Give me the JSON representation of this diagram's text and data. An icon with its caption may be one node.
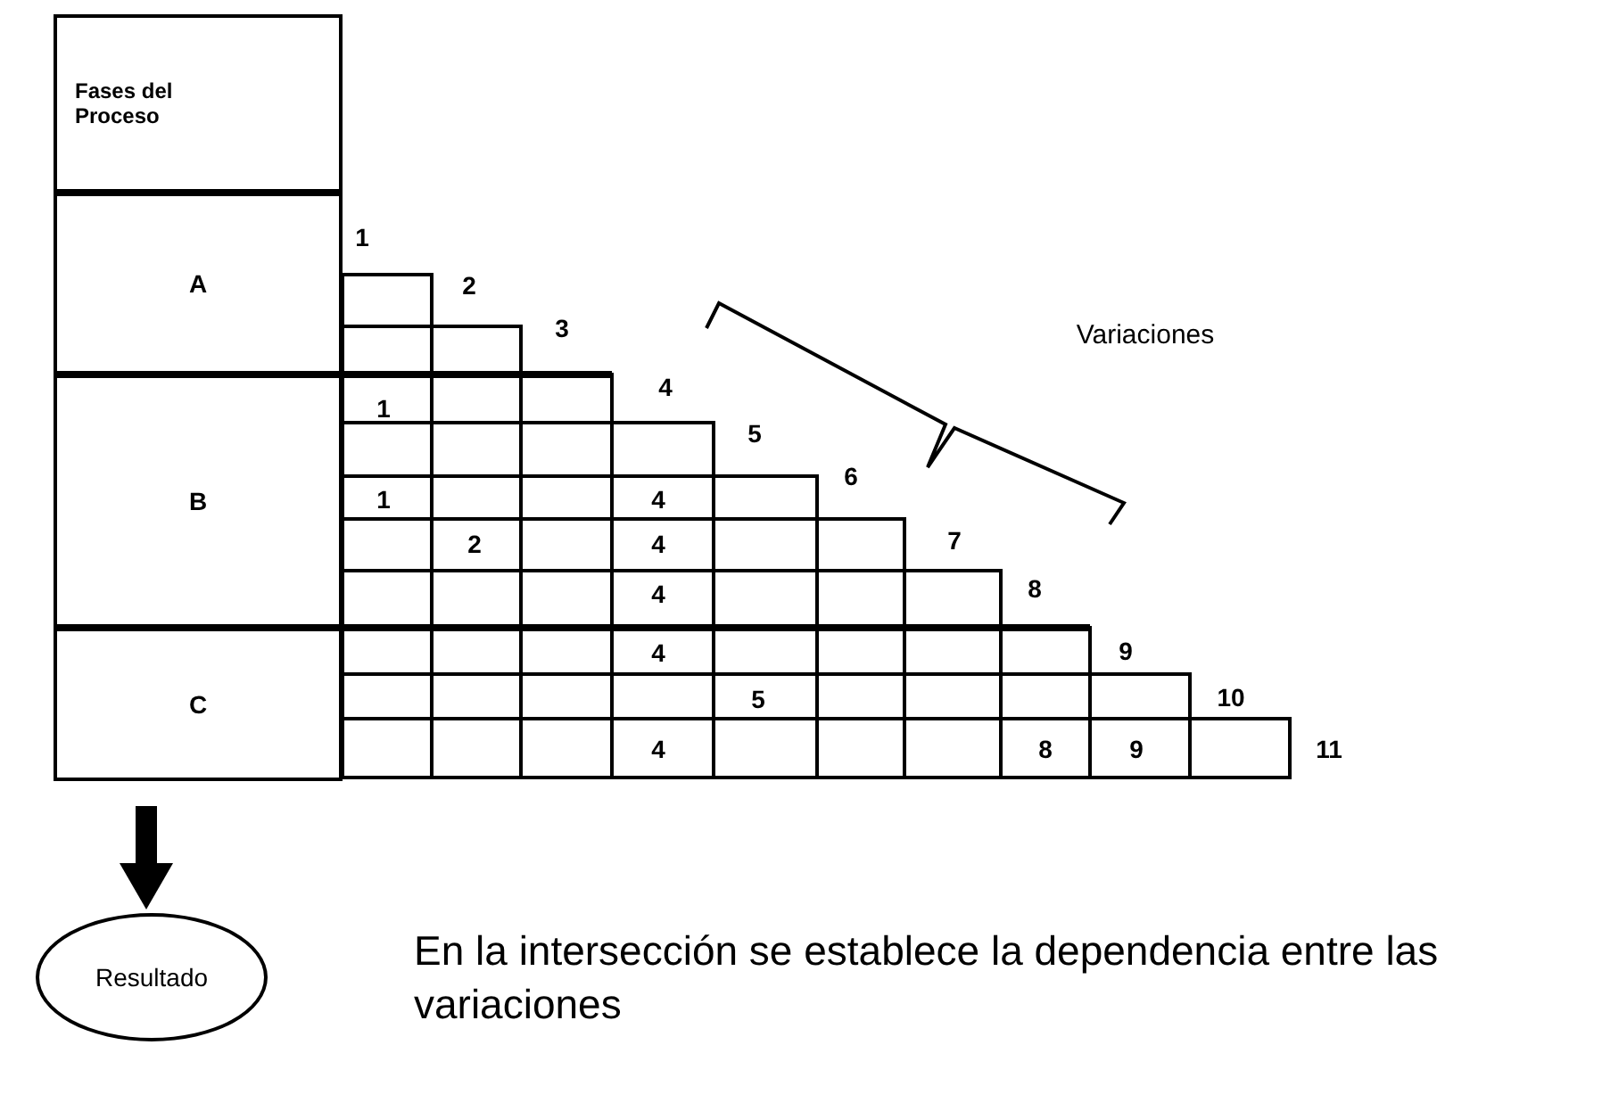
{
  "diagram": {
    "caption": "En la intersección se establece la dependencia entre las variaciones",
    "nodes": [
      {
        "text": [
          "Fases del Proceso"
        ]
      },
      {
        "text": [
          "A"
        ]
      },
      {
        "text": [
          "B"
        ]
      },
      {
        "text": [
          "C"
        ]
      },
      {
        "text": [
          "Resultado"
        ]
      }
    ],
    "edges": [
      {
        "from": 3,
        "to": 4,
        "arrow": "to"
      }
    ],
    "labels": [
      "1",
      "2",
      "3",
      "Variaciones",
      "4",
      "1",
      "5",
      "6",
      "1",
      "4",
      "7",
      "2",
      "4",
      "8",
      "4",
      "9",
      "4",
      "10",
      "5",
      "4",
      "8",
      "9",
      "11"
    ]
  }
}
